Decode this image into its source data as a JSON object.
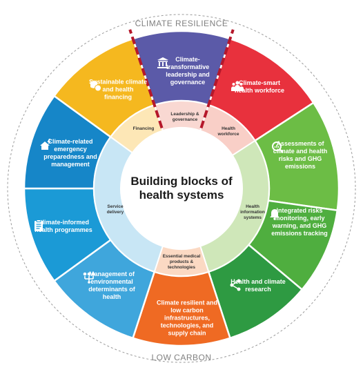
{
  "ring_titles": {
    "top": "CLIMATE RESILIENCE",
    "bottom": "LOW CARBON"
  },
  "center": {
    "line1": "Building blocks of",
    "line2": "health systems"
  },
  "inner_blocks": [
    {
      "id": "leadership",
      "label": "Leadership & governance",
      "color": "#f9d8d2"
    },
    {
      "id": "workforce",
      "label": "Health workforce",
      "color": "#f9cfc7"
    },
    {
      "id": "info",
      "label": "Health information systems",
      "color": "#cfe7b9"
    },
    {
      "id": "medical",
      "label": "Essential medical products & technologies",
      "color": "#fbd9c3"
    },
    {
      "id": "service",
      "label": "Service delivery",
      "color": "#c8e6f5"
    },
    {
      "id": "financing",
      "label": "Financing",
      "color": "#fde7b6"
    }
  ],
  "segments": [
    {
      "id": "leadership",
      "label": "Climate-transformative leadership and governance",
      "color": "#5b5aa8",
      "icon": "government-building-icon"
    },
    {
      "id": "workforce",
      "label": "Climate-smart health workforce",
      "color": "#e8313d",
      "icon": "people-group-icon"
    },
    {
      "id": "assessments",
      "label": "Assessments of climate and health risks and GHG emissions",
      "color": "#6cbd45",
      "icon": "magnifier-chart-icon"
    },
    {
      "id": "integrated",
      "label": "Integrated risks monitoring, early warning, and GHG emissions tracking",
      "color": "#4fae3f",
      "icon": "alarm-bell-icon"
    },
    {
      "id": "research",
      "label": "Health and climate research",
      "color": "#2e9a42",
      "icon": "share-network-icon"
    },
    {
      "id": "infrastructure",
      "label": "Climate resilient and low carbon infrastructures, technologies, and supply chain",
      "color": "#ef6a23",
      "icon": ""
    },
    {
      "id": "environmental",
      "label": "Management of environmental determinants of health",
      "color": "#3fa6dc",
      "icon": "people-network-icon"
    },
    {
      "id": "programmes",
      "label": "Climate-informed health programmes",
      "color": "#1b9ad6",
      "icon": "clipboard-icon"
    },
    {
      "id": "emergency",
      "label": "Climate-related emergency preparedness and management",
      "color": "#1686c8",
      "icon": "house-lightning-icon"
    },
    {
      "id": "financing",
      "label": "Sustainable climate and health financing",
      "color": "#f5b81f",
      "icon": "coins-icon"
    }
  ],
  "divider_color": "#b5182b"
}
